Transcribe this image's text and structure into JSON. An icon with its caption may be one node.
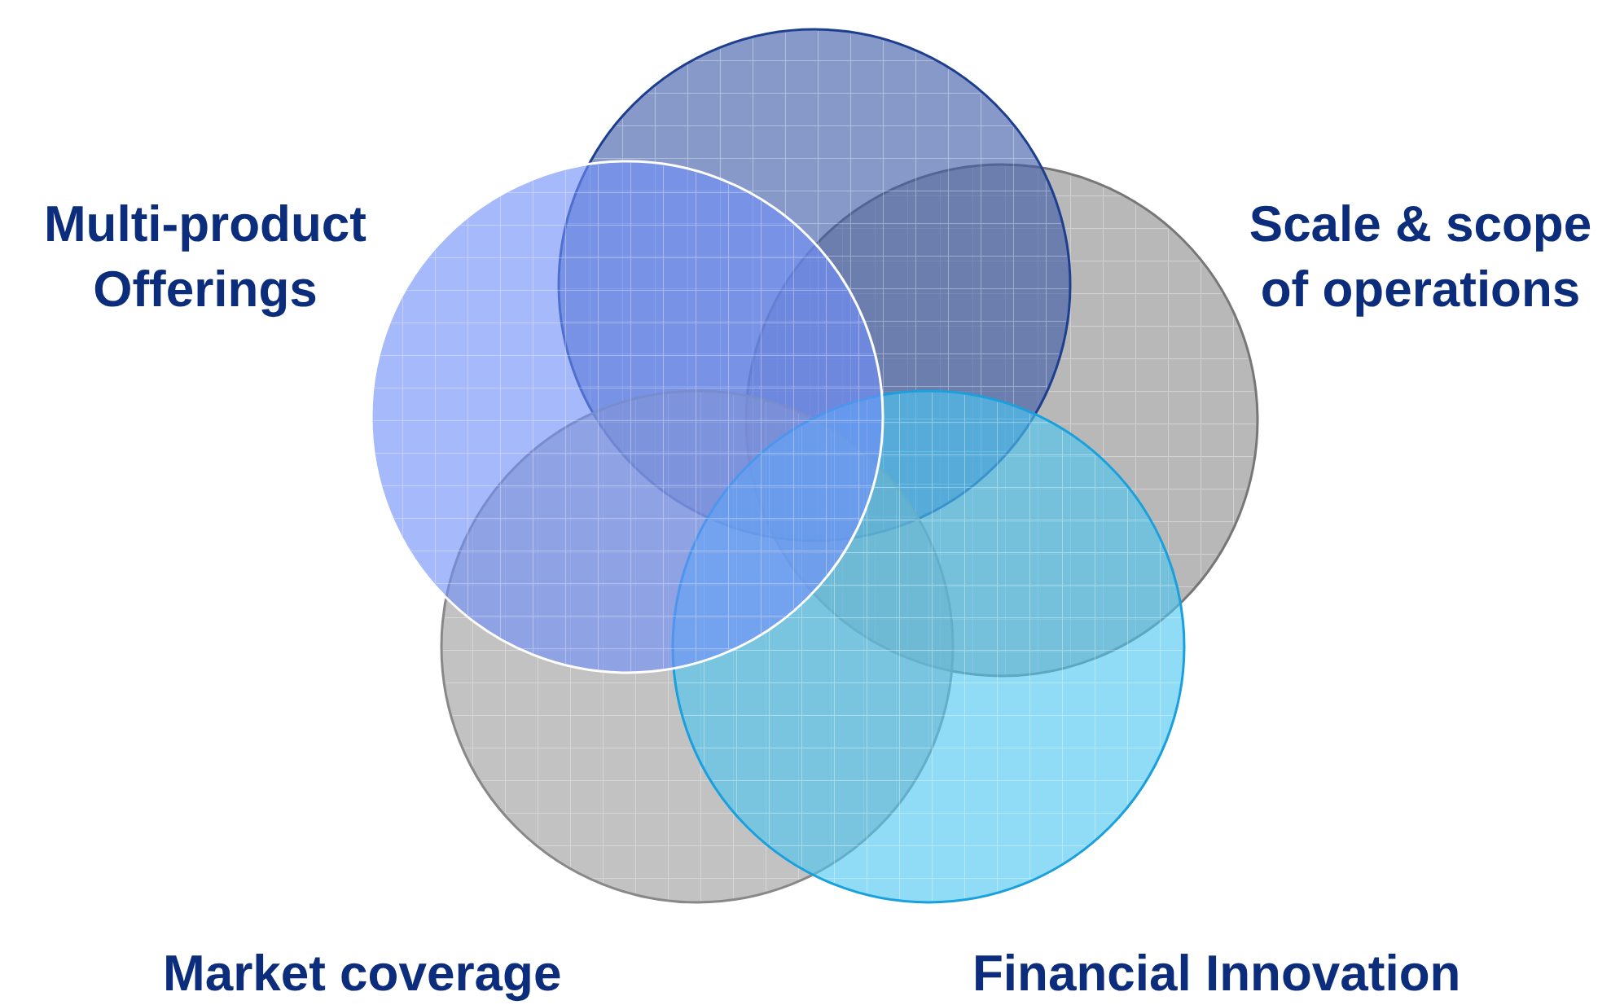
{
  "diagram": {
    "nodes": [
      {
        "text": [],
        "shape": "circle"
      },
      {
        "text": [
          "Multi-product Offerings"
        ]
      },
      {
        "text": [
          "Scale & scope of operations"
        ]
      },
      {
        "text": [
          "Market coverage"
        ]
      },
      {
        "text": [
          "Financial Innovation"
        ]
      }
    ],
    "edges": []
  }
}
